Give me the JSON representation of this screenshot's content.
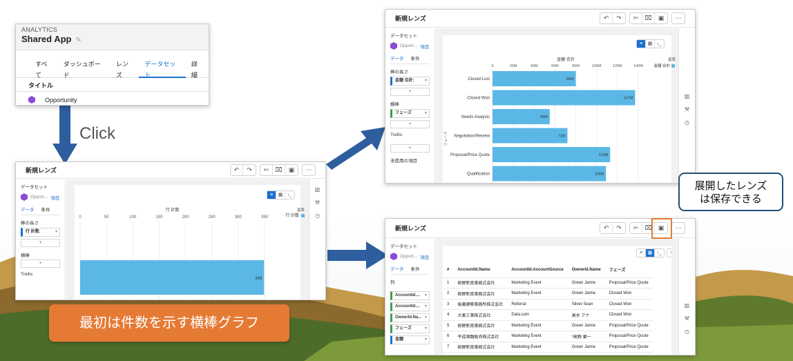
{
  "app": {
    "section_label": "ANALYTICS",
    "title": "Shared App",
    "tabs": [
      "すべて",
      "ダッシュボード",
      "レンズ",
      "データセット",
      "詳細"
    ],
    "active_tab": "データセット",
    "column_header": "タイトル",
    "rows": [
      "Opportunity"
    ]
  },
  "annotations": {
    "click_label": "Click",
    "callout": "最初は件数を示す横棒グラフ",
    "bubble_line1": "展開したレンズ",
    "bubble_line2": "は保存できる"
  },
  "lens_common": {
    "title": "新規レンズ",
    "dataset_label": "データセット",
    "dataset_name": "Opport...",
    "dataset_items": "項目",
    "tab_data": "データ",
    "tab_filter": "条件",
    "bar_length_label": "棒の長さ",
    "bars_label": "横棒",
    "trellis_label": "Trellis",
    "unused_label": "未使用の項目",
    "columns_label": "列",
    "base_label": "基準",
    "toolbar_icons": [
      "undo-icon",
      "redo-icon",
      "cut-icon",
      "pin-icon",
      "save-icon",
      "more-icon"
    ]
  },
  "lens1": {
    "measure_pill": "行 計数:",
    "axis_title": "行 計数",
    "legend": "行 計数",
    "ticks": [
      "0",
      "50",
      "100",
      "150",
      "200",
      "250",
      "300",
      "350"
    ]
  },
  "lens2": {
    "measure_pill": "金額 合計:",
    "group_pill": "フェーズ",
    "axis_title": "金額 合計",
    "legend": "金額 合計",
    "y_axis_title": "フェーズ",
    "ticks": [
      "0",
      "20M",
      "40M",
      "60M",
      "80M",
      "100M",
      "120M",
      "140M"
    ]
  },
  "lens3": {
    "column_pills": [
      "AccountId....",
      "AccountId....",
      "OwnerId.Na...",
      "フェーズ",
      "金額"
    ],
    "table_headers": [
      "#",
      "AccountId.Name",
      "AccountId.AccountSource",
      "OwnerId.Name",
      "フェーズ"
    ],
    "table_rows": [
      [
        "1",
        "剣野新南事務式会社",
        "Marketing Event",
        "Green Jamie",
        "Proposal/Price Quote"
      ],
      [
        "2",
        "剣野新南事務式会社",
        "Marketing Event",
        "Green Jamie",
        "Closed Won"
      ],
      [
        "3",
        "後藤建築事務所株式会社",
        "Referral",
        "Silver Sean",
        "Closed Won"
      ],
      [
        "4",
        "大東三事株式会社",
        "Data.com",
        "高木 アナ",
        "Closed Won"
      ],
      [
        "5",
        "剣野新南事務式会社",
        "Marketing Event",
        "Green Jamie",
        "Proposal/Price Quote"
      ],
      [
        "6",
        "平成酒類販売株式会社",
        "Marketing Event",
        "*高野 栗一",
        "Proposal/Price Quote"
      ],
      [
        "7",
        "剣野新南事務式会社",
        "Marketing Event",
        "Green Jamie",
        "Proposal/Price Quote"
      ]
    ]
  },
  "chart_data": [
    {
      "type": "bar",
      "title": "",
      "xlabel": "行 計数",
      "ylabel": "",
      "categories": [
        ""
      ],
      "values": [
        349
      ],
      "xlim": [
        0,
        350
      ],
      "color": "#5bb8e6"
    },
    {
      "type": "bar",
      "title": "",
      "xlabel": "金額 合計",
      "ylabel": "フェーズ",
      "categories": [
        "Closed Lost",
        "Closed Won",
        "Needs Analysis",
        "Negotiation/Review",
        "Proposal/Price Quote",
        "Qualification"
      ],
      "values": [
        80,
        137,
        55,
        72,
        113,
        109
      ],
      "value_labels": [
        "80M",
        "137M",
        "55M",
        "72M",
        "113M",
        "109M"
      ],
      "xlim": [
        0,
        140
      ],
      "color": "#5bb8e6"
    }
  ]
}
